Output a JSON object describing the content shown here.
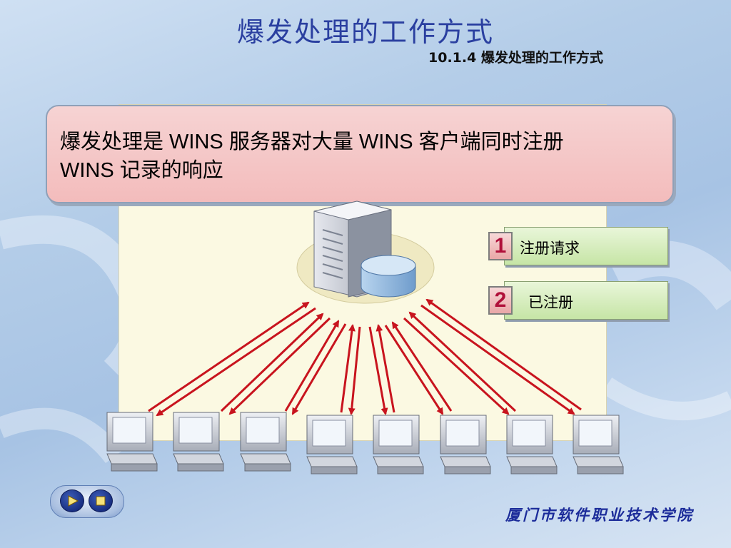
{
  "slide": {
    "title": "爆发处理的工作方式",
    "subtitle": "10.1.4   爆发处理的工作方式",
    "callout": {
      "line1": "爆发处理是 WINS 服务器对大量 WINS 客户端同时注册",
      "line2": "WINS 记录的响应"
    },
    "legend": [
      {
        "number": "1",
        "label": "注册请求"
      },
      {
        "number": "2",
        "label": "已注册"
      }
    ],
    "footer": "厦门市软件职业技术学院",
    "nav": {
      "play_icon": "play-icon",
      "stop_icon": "stop-icon"
    },
    "colors": {
      "title": "#2a3fa0",
      "arrow": "#c8141e",
      "legend_number": "#b0103a",
      "footer": "#1c2c9a"
    }
  }
}
